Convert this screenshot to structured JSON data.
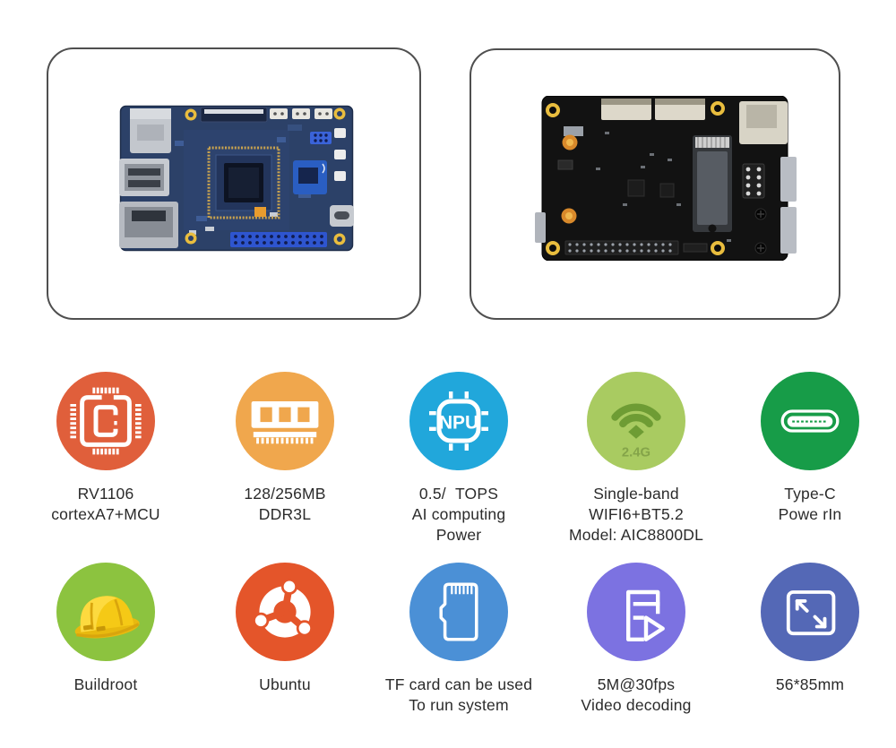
{
  "page": {
    "background": "#ffffff",
    "text_color": "#2b2b2b"
  },
  "colors": {
    "card_border": "#4f4f4f",
    "cpu_circle": "#e05f3b",
    "ram_circle": "#f0a74d",
    "npu_circle": "#21a7db",
    "wifi_circle": "#a9cb61",
    "wifi_glyph": "#6e9c34",
    "typec_circle": "#179c48",
    "buildroot_circle": "#8cc33f",
    "ubuntu_circle": "#e4552a",
    "tf_circle": "#4b90d6",
    "video_circle": "#7c72e1",
    "size_circle": "#5468b6"
  },
  "gallery": {
    "cards": [
      {
        "name": "board-front-photo",
        "description_icon": "pcb-front-illustration"
      },
      {
        "name": "board-back-photo",
        "description_icon": "pcb-back-illustration"
      }
    ]
  },
  "features": {
    "row1": [
      {
        "icon": "cpu-chip-icon",
        "color": "#e05f3b",
        "lines": [
          "RV1106",
          "cortexA7+MCU"
        ]
      },
      {
        "icon": "ram-module-icon",
        "color": "#f0a74d",
        "lines": [
          "128/256MB",
          "DDR3L"
        ]
      },
      {
        "icon": "npu-chip-icon",
        "color": "#21a7db",
        "icon_text": "NPU",
        "lines": [
          "0.5/  TOPS",
          "AI computing",
          "Power"
        ]
      },
      {
        "icon": "wifi-icon",
        "color": "#a9cb61",
        "icon_text": "2.4G",
        "lines": [
          "Single-band",
          "WIFI6+BT5.2",
          "Model: AIC8800DL"
        ]
      },
      {
        "icon": "type-c-connector-icon",
        "color": "#179c48",
        "lines": [
          "Type-C",
          "Powe rIn"
        ]
      }
    ],
    "row2": [
      {
        "icon": "hard-hat-icon",
        "color": "#8cc33f",
        "lines": [
          "Buildroot"
        ]
      },
      {
        "icon": "ubuntu-logo-icon",
        "color": "#e4552a",
        "lines": [
          "Ubuntu"
        ]
      },
      {
        "icon": "tf-card-icon",
        "color": "#4b90d6",
        "lines": [
          "TF card can be used",
          "To run system"
        ]
      },
      {
        "icon": "video-document-icon",
        "color": "#7c72e1",
        "lines": [
          "5M@30fps",
          "Video decoding"
        ]
      },
      {
        "icon": "resize-dimensions-icon",
        "color": "#5468b6",
        "lines": [
          "56*85mm"
        ]
      }
    ]
  }
}
